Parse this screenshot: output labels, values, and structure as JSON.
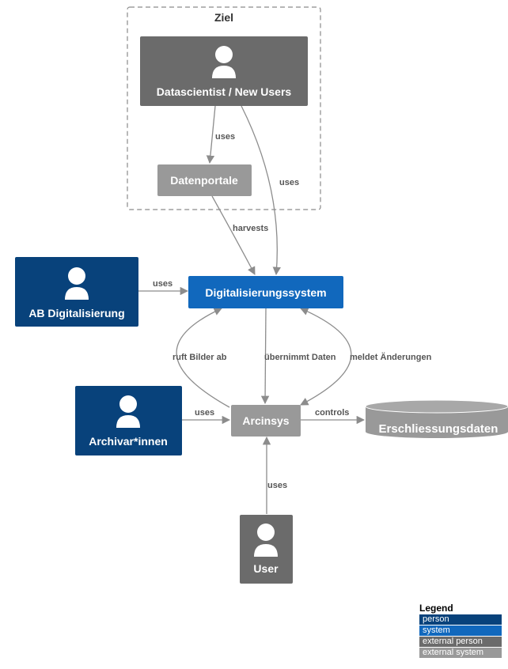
{
  "boundary": {
    "label": "Ziel"
  },
  "nodes": {
    "datascientist": {
      "label": "Datascientist / New Users",
      "kind": "external person",
      "color": "#6b6b6b"
    },
    "datenportale": {
      "label": "Datenportale",
      "kind": "external system",
      "color": "#999999"
    },
    "ab_digitalisierung": {
      "label": "AB Digitalisierung",
      "kind": "person",
      "color": "#08427b"
    },
    "digitalisierungssystem": {
      "label": "Digitalisierungssystem",
      "kind": "system",
      "color": "#1168bd"
    },
    "archivarinnen": {
      "label": "Archivar*innen",
      "kind": "person",
      "color": "#08427b"
    },
    "arcinsys": {
      "label": "Arcinsys",
      "kind": "external system",
      "color": "#999999"
    },
    "erschliessungsdaten": {
      "label": "Erschliessungsdaten",
      "kind": "external system",
      "color": "#999999"
    },
    "user": {
      "label": "User",
      "kind": "external person",
      "color": "#6b6b6b"
    }
  },
  "edges": {
    "ds_uses_datenportale": "uses",
    "ds_uses_digisys": "uses",
    "datenportale_harvests": "harvests",
    "ab_uses_digisys": "uses",
    "arcinsys_ruft_bilder_ab": "ruft Bilder ab",
    "digisys_uebernimmt_daten": "übernimmt Daten",
    "arcinsys_meldet_aenderungen": "meldet Änderungen",
    "archivar_uses_arcinsys": "uses",
    "arcinsys_controls": "controls",
    "user_uses_arcinsys": "uses"
  },
  "legend": {
    "title": "Legend",
    "items": [
      {
        "label": "person",
        "color": "#08427b"
      },
      {
        "label": "system",
        "color": "#1168bd"
      },
      {
        "label": "external person",
        "color": "#6b6b6b"
      },
      {
        "label": "external system",
        "color": "#999999"
      }
    ]
  }
}
